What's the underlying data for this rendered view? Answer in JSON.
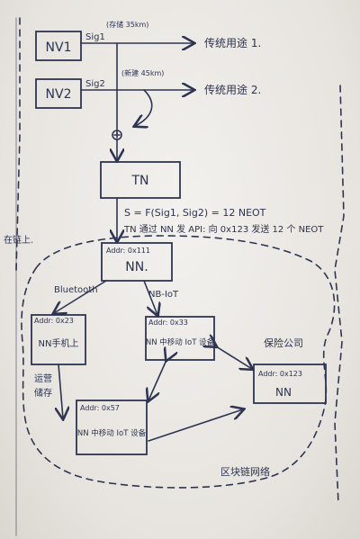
{
  "nodes": {
    "nv1": "NV1",
    "nv2": "NV2",
    "tn": "TN",
    "nn": "NN.",
    "nn_addr": "Addr: 0x111",
    "phone_addr": "Addr: 0x23",
    "phone_label": "NN手机上",
    "iot_addr": "Addr: 0x33",
    "iot_label": "NN 中移动 IoT 设备",
    "ins_addr": "Addr: 0x123",
    "ins_label": "NN",
    "ins_title": "保险公司",
    "fn_addr": "Addr: 0x57",
    "fn_label": "NN 中移动 IoT 设备"
  },
  "labels": {
    "sig1": "Sig1",
    "sig1_note": "(存储 35km)",
    "sig2": "Sig2",
    "sig2_note": "(新建 45km)",
    "use1": "传统用途 1.",
    "use2": "传统用途 2.",
    "formula": "S = F(Sig1, Sig2) = 12 NEOT",
    "api": "TN 通过 NN 发 API: 向 0x123 发送 12 个 NEOT",
    "onchain": "在链上.",
    "bluetooth": "Bluetooth",
    "nbiot": "NB-IoT",
    "side_note_1": "运营",
    "side_note_2": "储存",
    "network": "区块链网络"
  }
}
